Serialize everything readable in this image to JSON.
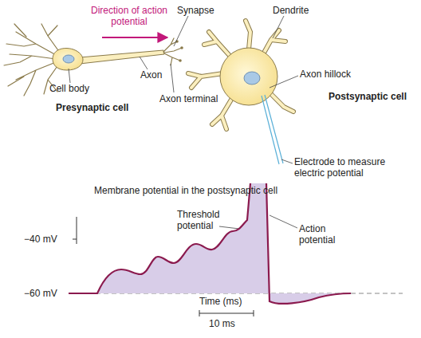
{
  "diagram": {
    "labels": [
      "Direction of action potential",
      "Synapse",
      "Dendrite",
      "Cell body",
      "Axon",
      "Axon terminal",
      "Axon hillock",
      "Presynaptic cell",
      "Postsynaptic cell",
      "Electrode to measure electric potential",
      "Membrane potential in the postsynaptic cell",
      "Threshold potential",
      "Action potential",
      "−40 mV",
      "−60 mV",
      "Time (ms)",
      "10 ms"
    ]
  }
}
